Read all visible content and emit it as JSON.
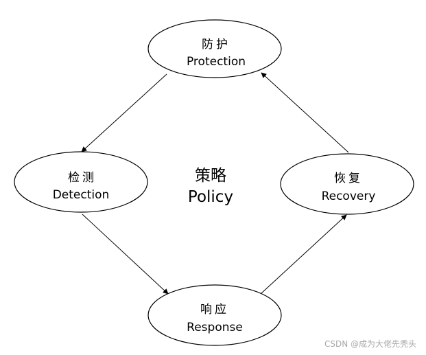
{
  "diagram": {
    "nodes": [
      {
        "id": "protection",
        "zh": "防护",
        "en": "Protection"
      },
      {
        "id": "detection",
        "zh": "检测",
        "en": "Detection"
      },
      {
        "id": "response",
        "zh": "响应",
        "en": "Response"
      },
      {
        "id": "recovery",
        "zh": "恢复",
        "en": "Recovery"
      }
    ],
    "edges": [
      {
        "from": "protection",
        "to": "detection"
      },
      {
        "from": "detection",
        "to": "response"
      },
      {
        "from": "response",
        "to": "recovery"
      },
      {
        "from": "recovery",
        "to": "protection"
      }
    ],
    "center": {
      "zh": "策略",
      "en": "Policy"
    }
  },
  "watermark": "CSDN @成为大佬先秃头"
}
